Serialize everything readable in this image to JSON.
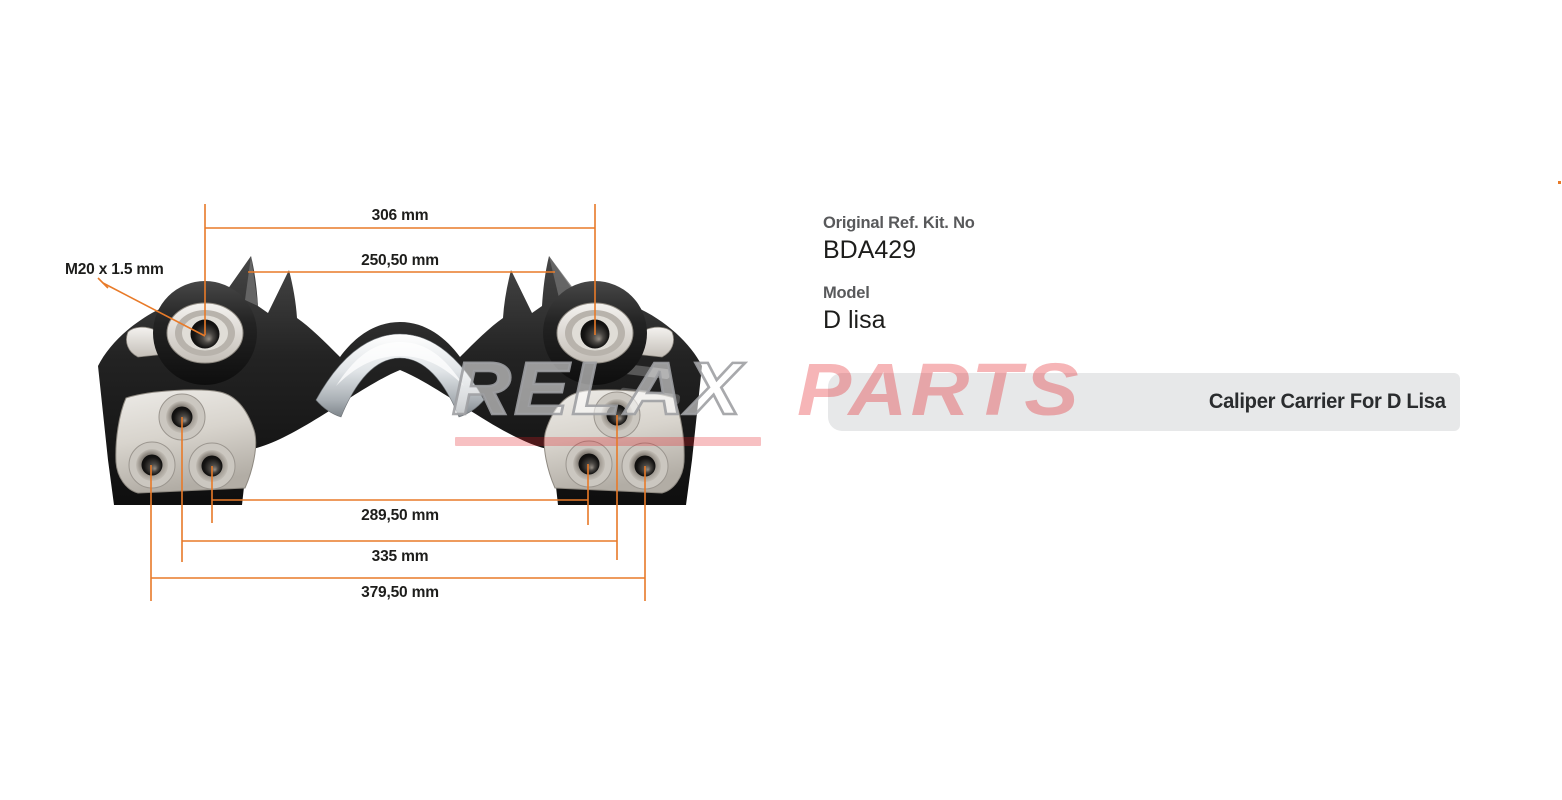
{
  "product": {
    "ref_label": "Original Ref. Kit. No",
    "ref_value": "BDA429",
    "model_label": "Model",
    "model_value": "D lisa"
  },
  "banner": {
    "title": "Caliper Carrier For D Lisa"
  },
  "watermark": {
    "word1": "RELAX",
    "word2": "PARTS"
  },
  "dimensions": {
    "thread_label": "M20 x 1.5 mm",
    "top_outer": "306 mm",
    "top_inner": "250,50 mm",
    "bottom_inner": "289,50 mm",
    "bottom_middle": "335 mm",
    "bottom_outer": "379,50 mm"
  },
  "colors": {
    "dimension_line": "#E87A28",
    "watermark_red": "#E31E24",
    "banner_background": "#E7E8E9",
    "label_gray": "#58595B",
    "text_dark": "#1D1D1B"
  }
}
